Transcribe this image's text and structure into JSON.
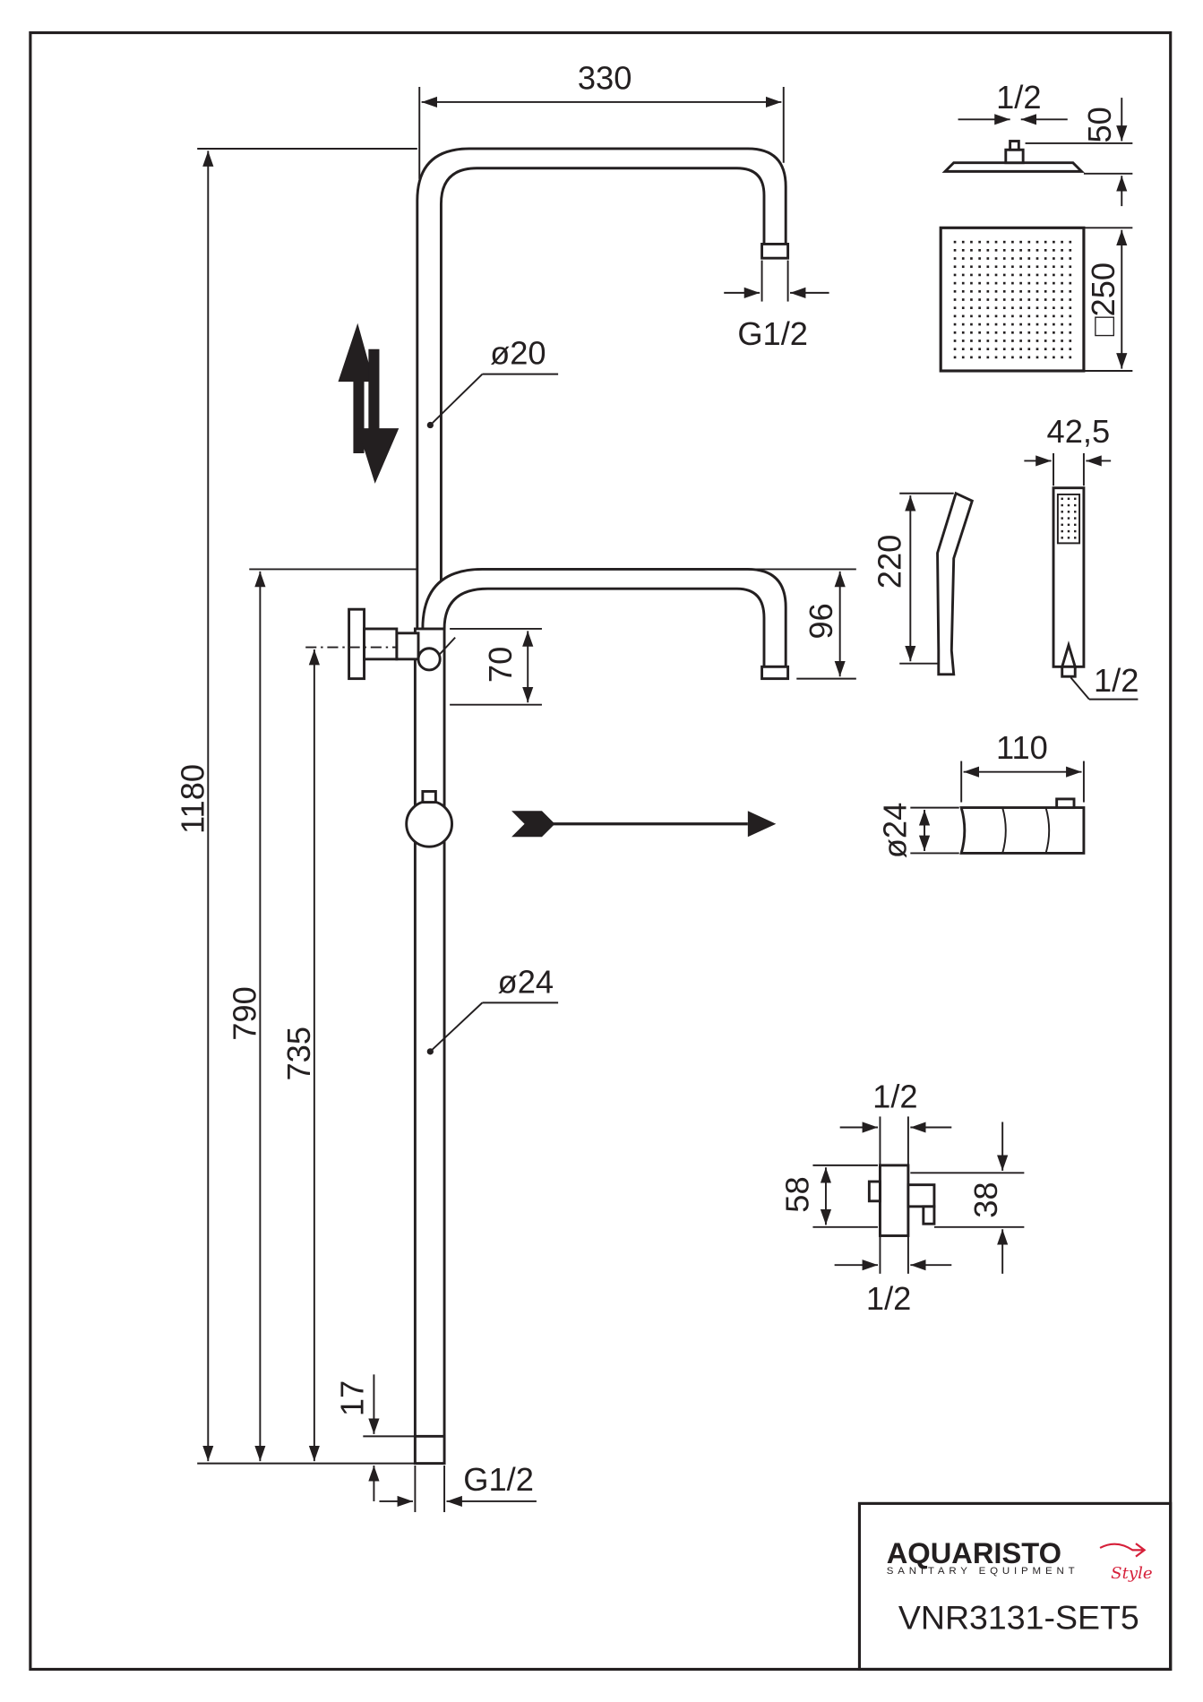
{
  "dimensions": {
    "top_width": "330",
    "total_height": "1180",
    "h790": "790",
    "h735": "735",
    "h17": "17",
    "thread_bottom": "G1/2",
    "thread_top": "G1/2",
    "pipe_upper_dia": "ø20",
    "pipe_lower_dia": "ø24",
    "h70": "70",
    "h96": "96",
    "head_conn": "1/2",
    "head_height": "50",
    "head_size": "□250",
    "hand_width": "42,5",
    "hand_length": "220",
    "hand_conn": "1/2",
    "slider_width": "110",
    "slider_dia": "ø24",
    "outlet_top": "1/2",
    "outlet_h58": "58",
    "outlet_h38": "38",
    "outlet_bottom": "1/2"
  },
  "title_block": {
    "brand": "AQUARISTO",
    "brand_sub": "SANITARY EQUIPMENT",
    "brand_script": "Style",
    "model": "VNR3131-SET5",
    "accent": "#d6203a"
  }
}
